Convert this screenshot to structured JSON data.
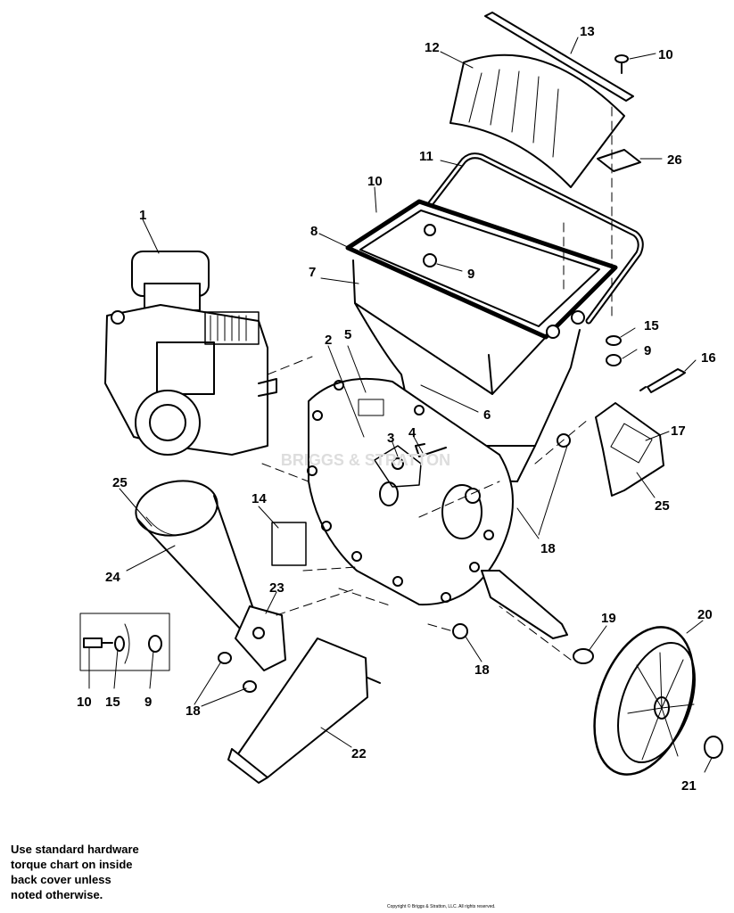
{
  "callouts": [
    {
      "id": "c13",
      "label": "13"
    },
    {
      "id": "c10a",
      "label": "10"
    },
    {
      "id": "c12",
      "label": "12"
    },
    {
      "id": "c26",
      "label": "26"
    },
    {
      "id": "c11",
      "label": "11"
    },
    {
      "id": "c10b",
      "label": "10"
    },
    {
      "id": "c1",
      "label": "1"
    },
    {
      "id": "c8",
      "label": "8"
    },
    {
      "id": "c9a",
      "label": "9"
    },
    {
      "id": "c7",
      "label": "7"
    },
    {
      "id": "c15a",
      "label": "15"
    },
    {
      "id": "c9b",
      "label": "9"
    },
    {
      "id": "c16",
      "label": "16"
    },
    {
      "id": "c2",
      "label": "2"
    },
    {
      "id": "c5",
      "label": "5"
    },
    {
      "id": "c6",
      "label": "6"
    },
    {
      "id": "c3",
      "label": "3"
    },
    {
      "id": "c4",
      "label": "4"
    },
    {
      "id": "c17",
      "label": "17"
    },
    {
      "id": "c25a",
      "label": "25"
    },
    {
      "id": "c25b",
      "label": "25"
    },
    {
      "id": "c14",
      "label": "14"
    },
    {
      "id": "c18a",
      "label": "18"
    },
    {
      "id": "c24",
      "label": "24"
    },
    {
      "id": "c23",
      "label": "23"
    },
    {
      "id": "c19",
      "label": "19"
    },
    {
      "id": "c20",
      "label": "20"
    },
    {
      "id": "c18b",
      "label": "18"
    },
    {
      "id": "c10c",
      "label": "10"
    },
    {
      "id": "c15b",
      "label": "15"
    },
    {
      "id": "c9c",
      "label": "9"
    },
    {
      "id": "c18c",
      "label": "18"
    },
    {
      "id": "c22",
      "label": "22"
    },
    {
      "id": "c21",
      "label": "21"
    }
  ],
  "footer_note": [
    "Use standard hardware",
    "torque chart on inside",
    "back cover unless",
    "noted otherwise."
  ],
  "copyright": "Copyright © Briggs & Stratton, LLC. All rights reserved.",
  "watermark": "BRIGGS & STRATTON"
}
